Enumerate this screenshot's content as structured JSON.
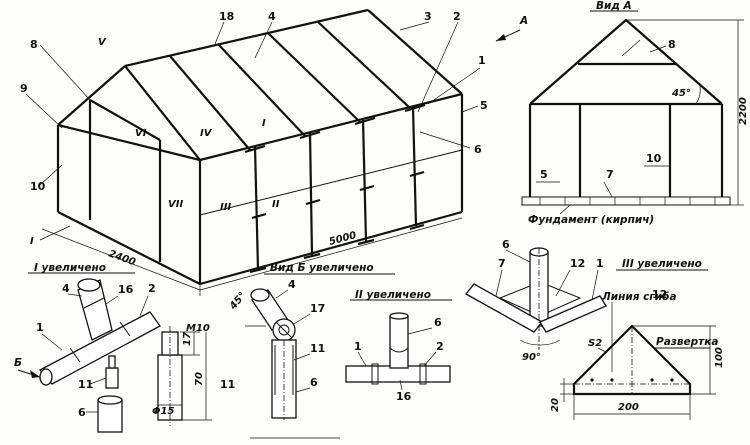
{
  "views": {
    "view_a_title": "Вид А",
    "view_b_title": "Вид Б увеличено",
    "detail_1_title": "I увеличено",
    "detail_2_title": "II увеличено",
    "detail_3_title": "III увеличено",
    "foundation_label": "Фундамент (кирпич)",
    "fold_line_label": "Линия сгиба",
    "development_label": "Развертка",
    "arrow_a": "А",
    "arrow_b": "Б"
  },
  "dimensions": {
    "length": "5000",
    "width": "2400",
    "height": "2200",
    "roof_angle": "45°",
    "bracket_angle": "45°",
    "corner_angle": "90°",
    "thread": "М10",
    "pin_len_17": "17",
    "pin_len_70": "70",
    "pin_dia": "Φ15",
    "dev_width": "200",
    "dev_height": "100",
    "dev_thk": "20",
    "dev_angle": "S2"
  },
  "parts": [
    "1",
    "2",
    "3",
    "4",
    "5",
    "6",
    "7",
    "8",
    "9",
    "10",
    "11",
    "12",
    "16",
    "17",
    "18"
  ],
  "panels": [
    "I",
    "II",
    "III",
    "IV",
    "V",
    "VI",
    "VII"
  ]
}
